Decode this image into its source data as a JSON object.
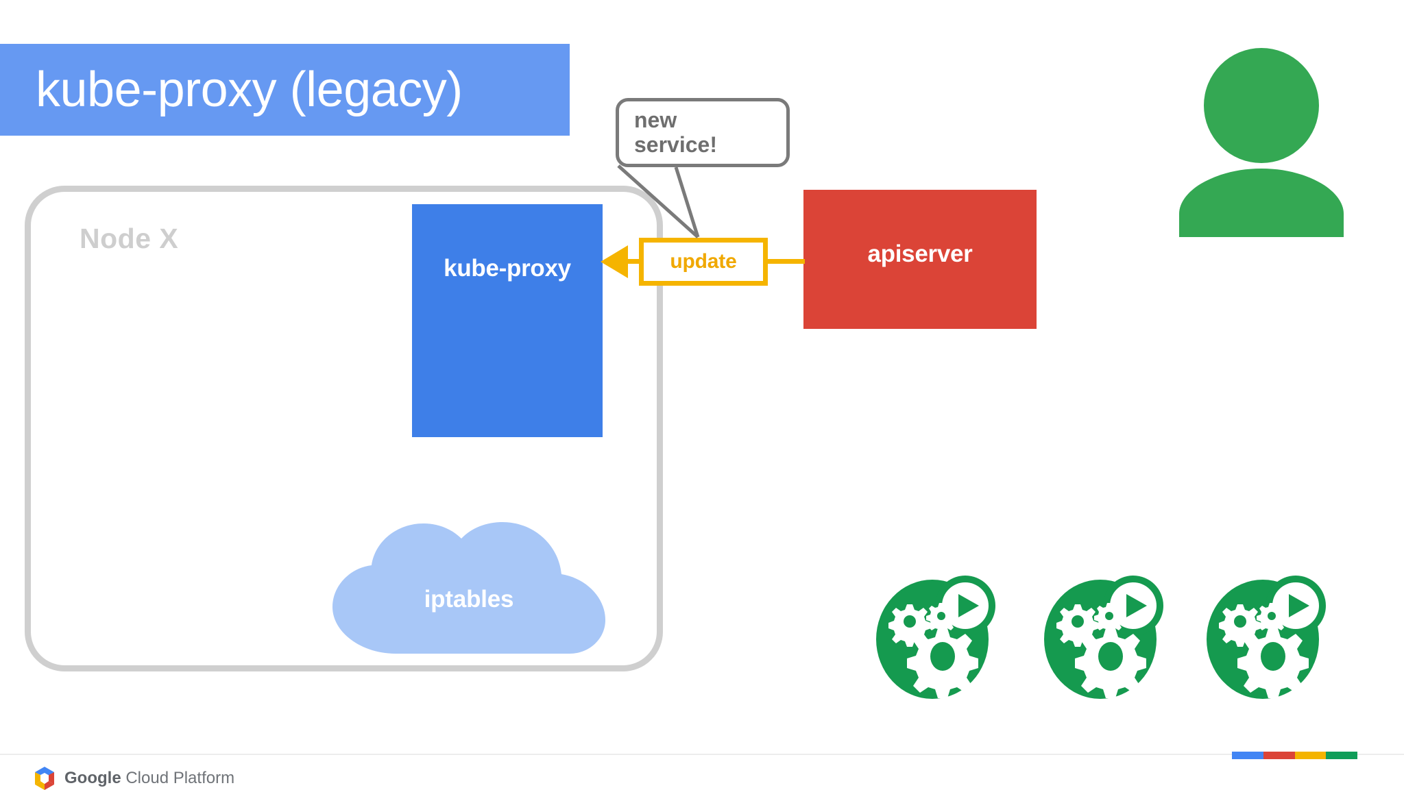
{
  "slide": {
    "title": "kube-proxy (legacy)",
    "title_bg_color": "#6699F2",
    "background_color": "#FFFFFF"
  },
  "node": {
    "label": "Node X",
    "border_color": "#CFCFCF"
  },
  "components": {
    "kube_proxy": {
      "label": "kube-proxy",
      "color": "#3E7FE8",
      "text_color": "#FFFFFF"
    },
    "iptables": {
      "label": "iptables",
      "color": "#A8C7F7",
      "text_color": "#FFFFFF",
      "shape": "cloud"
    },
    "apiserver": {
      "label": "apiserver",
      "color": "#DB4437",
      "text_color": "#FFFFFF"
    },
    "update": {
      "label": "update",
      "border_color": "#F5B400",
      "text_color": "#F0A800"
    }
  },
  "speech_bubble": {
    "text": "new\nservice!",
    "border_color": "#7A7A7A",
    "text_color": "#6E6E6E"
  },
  "icons": {
    "person": {
      "name": "user-person-icon",
      "color": "#34A853"
    },
    "pods": [
      {
        "name": "pod-gear-play-icon",
        "color": "#159A4F"
      },
      {
        "name": "pod-gear-play-icon",
        "color": "#159A4F"
      },
      {
        "name": "pod-gear-play-icon",
        "color": "#159A4F"
      }
    ]
  },
  "connectors": {
    "arrow_color": "#F5B400",
    "arrow_direction": "left",
    "from": "apiserver",
    "through": "update",
    "to": "kube-proxy"
  },
  "footer": {
    "brand_bold": "Google",
    "brand_light": " Cloud Platform",
    "bar_colors": [
      "#4285F4",
      "#DB4437",
      "#F4B400",
      "#0F9D58"
    ]
  }
}
